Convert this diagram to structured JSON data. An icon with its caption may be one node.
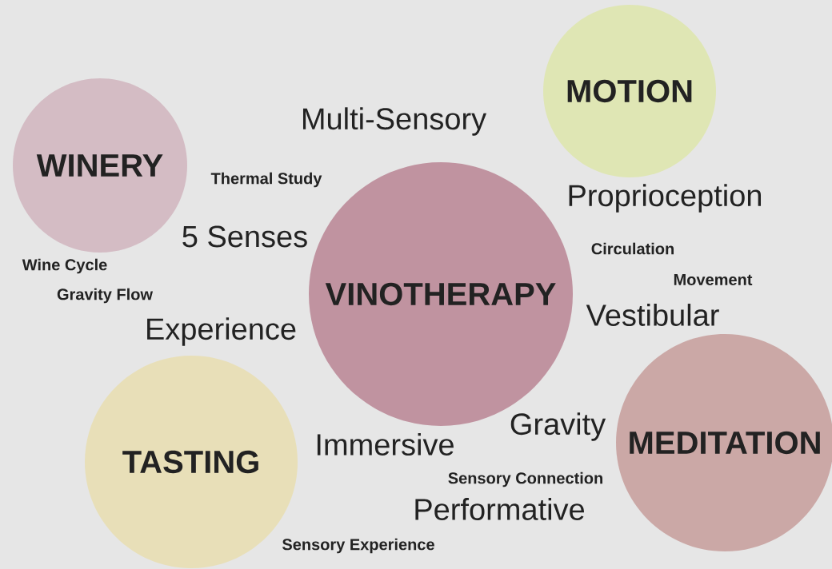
{
  "diagram": {
    "nodes": [
      {
        "text": [
          "MOTION"
        ]
      },
      {
        "text": [
          "WINERY"
        ]
      },
      {
        "text": [
          "VINOTHERAPY"
        ]
      },
      {
        "text": [
          "MEDITATION"
        ]
      },
      {
        "text": [
          "TASTING"
        ]
      }
    ],
    "labels": [
      "Multi-Sensory",
      "Thermal Study",
      "Proprioception",
      "5 Senses",
      "Circulation",
      "Wine Cycle",
      "Movement",
      "Gravity Flow",
      "Vestibular",
      "Experience",
      "Gravity",
      "Immersive",
      "Sensory Connection",
      "Performative",
      "Sensory Experience"
    ]
  }
}
